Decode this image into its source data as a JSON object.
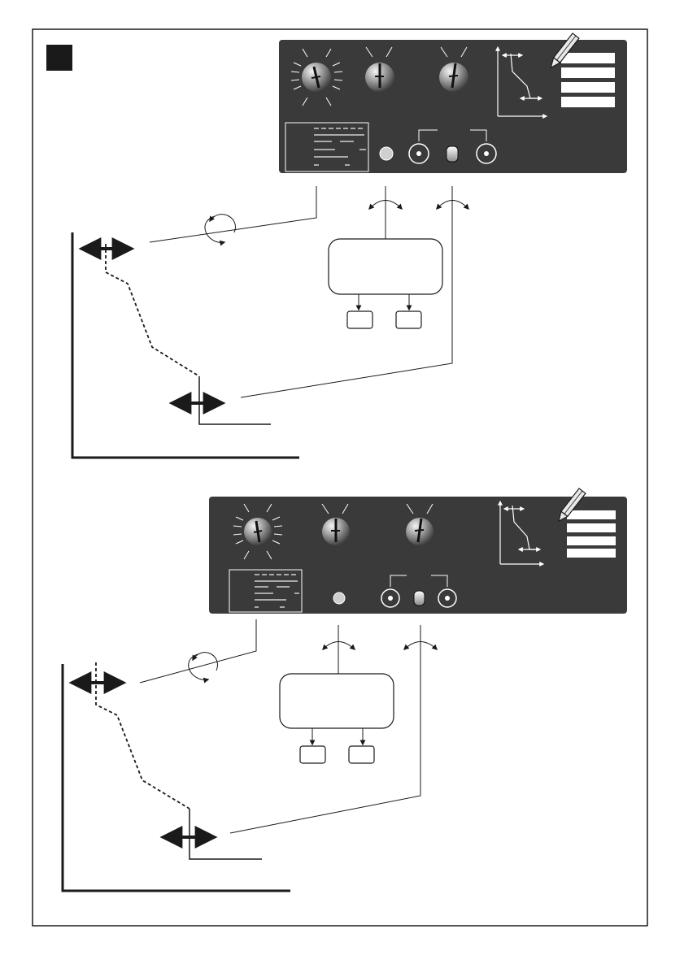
{
  "document": {
    "step_marker": "",
    "panels": [
      {
        "id": "top",
        "knobs": [
          "knob-1-active",
          "knob-2",
          "knob-3"
        ],
        "note_icon": "pencil-icon"
      },
      {
        "id": "bottom",
        "knobs": [
          "knob-1-active",
          "knob-2",
          "knob-3"
        ],
        "note_icon": "pencil-icon"
      }
    ],
    "colors": {
      "panel_bg": "#3a3a3a",
      "line": "#1a1a1a",
      "panel_line": "#ffffff",
      "marker": "#1a1a1a"
    }
  }
}
